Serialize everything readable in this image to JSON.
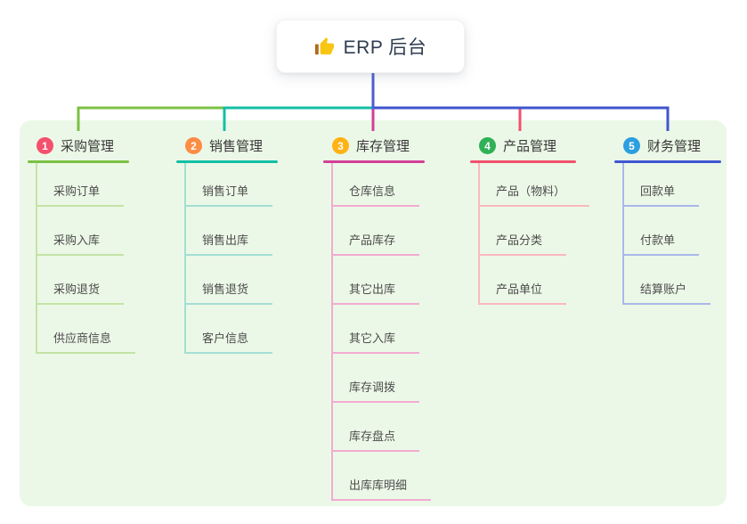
{
  "root": {
    "label": "ERP 后台",
    "icon": "thumbs-up-icon"
  },
  "colors": {
    "stem": "#4c5ed2",
    "panel_background": "#ecf8e7",
    "root_card_background": "#ffffff",
    "root_text": "#2f3c50",
    "branch_title_text": "#383838",
    "child_text": "#4c4c4c",
    "thumb_hand": "#f9c513",
    "thumb_cuff": "#b26a1b"
  },
  "branches": [
    {
      "index": "1",
      "title": "采购管理",
      "badge_color": "#f4506e",
      "line_color": "#7cc143",
      "child_line_color": "#c3e3a6",
      "children": [
        "采购订单",
        "采购入库",
        "采购退货",
        "供应商信息"
      ]
    },
    {
      "index": "2",
      "title": "销售管理",
      "badge_color": "#fd8c44",
      "line_color": "#13bfa6",
      "child_line_color": "#a4ded4",
      "children": [
        "销售订单",
        "销售出库",
        "销售退货",
        "客户信息"
      ]
    },
    {
      "index": "3",
      "title": "库存管理",
      "badge_color": "#ffb214",
      "line_color": "#d23f97",
      "child_line_color": "#f2abd1",
      "children": [
        "仓库信息",
        "产品库存",
        "其它出库",
        "其它入库",
        "库存调拨",
        "库存盘点",
        "出库库明细"
      ]
    },
    {
      "index": "4",
      "title": "产品管理",
      "badge_color": "#2fb157",
      "line_color": "#f2516d",
      "child_line_color": "#f9b9be",
      "children": [
        "产品（物料）",
        "产品分类",
        "产品单位"
      ]
    },
    {
      "index": "5",
      "title": "财务管理",
      "badge_color": "#2c9fe0",
      "line_color": "#3f56d0",
      "child_line_color": "#a9b8ea",
      "children": [
        "回款单",
        "付款单",
        "结算账户"
      ]
    }
  ]
}
